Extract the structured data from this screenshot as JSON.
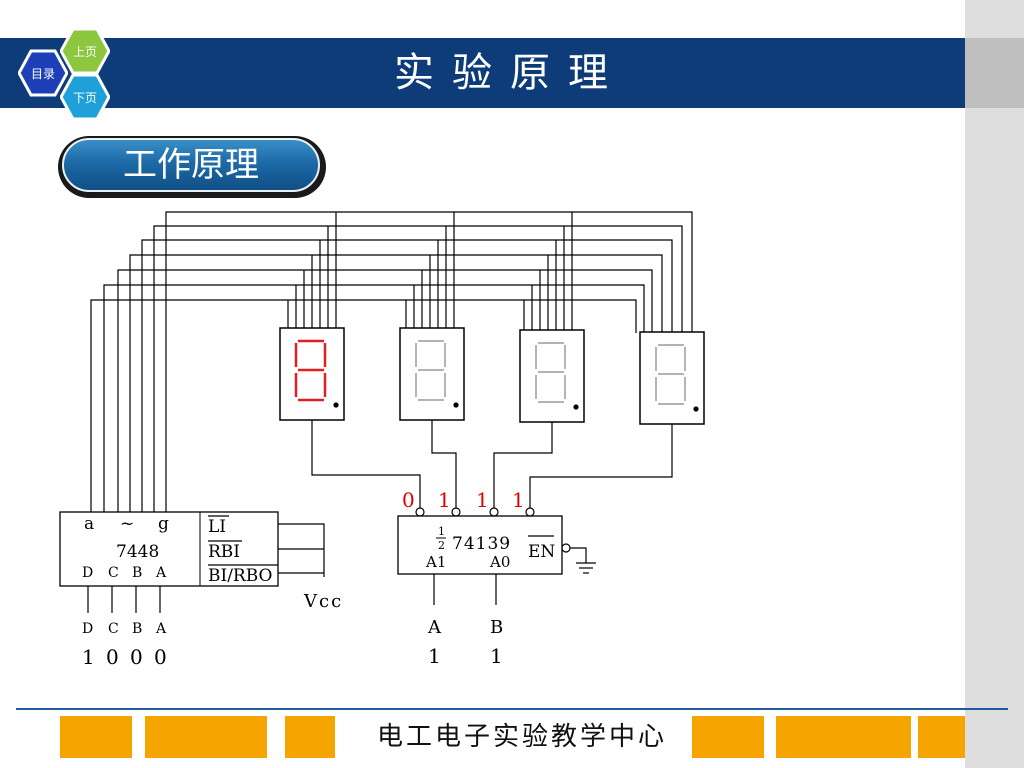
{
  "nav": {
    "toc_label": "目录",
    "prev_label": "上页",
    "next_label": "下页"
  },
  "header": {
    "title": "实验原理"
  },
  "section": {
    "badge": "工作原理"
  },
  "circuit": {
    "decoder": {
      "outputs_label": "a ~ g",
      "outputs_a": "a",
      "outputs_tilde": "~",
      "outputs_g": "g",
      "chip": "7448",
      "inputs": [
        "D",
        "C",
        "B",
        "A"
      ],
      "pins": [
        "LI",
        "RBI",
        "BI/RBO"
      ],
      "input_values": [
        "1",
        "0",
        "0",
        "0"
      ]
    },
    "vcc": "Vcc",
    "selector": {
      "fraction_num": "1",
      "fraction_den": "2",
      "chip": "74139",
      "enable": "EN",
      "a1": "A1",
      "a0": "A0",
      "outputs": [
        "0",
        "1",
        "1",
        "1"
      ],
      "input_labels": [
        "A",
        "B"
      ],
      "input_values": [
        "1",
        "1"
      ]
    },
    "displays": [
      {
        "digit": "8",
        "active": true
      },
      {
        "digit": "8",
        "active": false
      },
      {
        "digit": "8",
        "active": false
      },
      {
        "digit": "8",
        "active": false
      }
    ]
  },
  "footer": {
    "text": "电工电子实验教学中心"
  },
  "colors": {
    "header": "#0d3c78",
    "accent_orange": "#f5a400",
    "active_segment": "#e02020",
    "inactive_segment": "#9a9a9a",
    "label_red": "#e00000"
  }
}
